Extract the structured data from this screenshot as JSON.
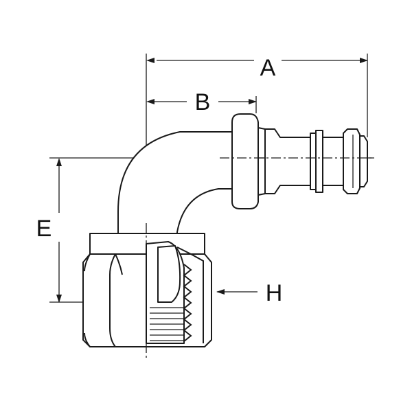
{
  "diagram": {
    "labels": {
      "a": "A",
      "b": "B",
      "e": "E",
      "h": "H"
    },
    "colors": {
      "line": "#1a1a1a",
      "fill": "#ffffff",
      "background": "#ffffff"
    }
  }
}
